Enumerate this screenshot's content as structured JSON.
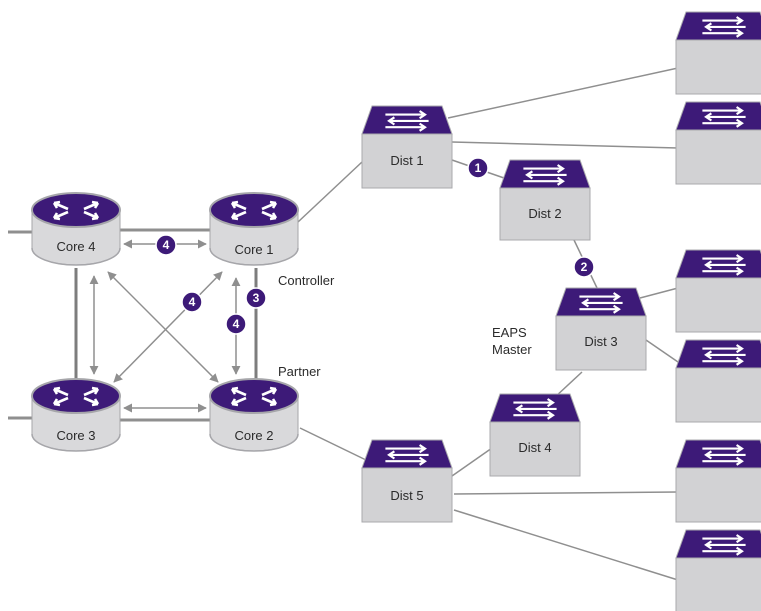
{
  "colors": {
    "purple": "#3d1a78",
    "box_front": "#d2d2d4",
    "box_side": "#a9a9ad",
    "cyl_body": "#d9d9db",
    "cyl_dark": "#a6a6aa",
    "line": "#8f8f8f",
    "thick_line": "#7d7d7d",
    "badge": "#3d1a78"
  },
  "routers": {
    "core1": {
      "label": "Core 1",
      "icon": "router-icon"
    },
    "core2": {
      "label": "Core 2",
      "icon": "router-icon"
    },
    "core3": {
      "label": "Core 3",
      "icon": "router-icon"
    },
    "core4": {
      "label": "Core 4",
      "icon": "router-icon"
    }
  },
  "switches": {
    "dist1": {
      "label": "Dist 1",
      "icon": "switch-icon"
    },
    "dist2": {
      "label": "Dist 2",
      "icon": "switch-icon"
    },
    "dist3": {
      "label": "Dist 3",
      "icon": "switch-icon"
    },
    "dist4": {
      "label": "Dist 4",
      "icon": "switch-icon"
    },
    "dist5": {
      "label": "Dist 5",
      "icon": "switch-icon"
    }
  },
  "annotations": {
    "controller": "Controller",
    "partner": "Partner",
    "eaps_line1": "EAPS",
    "eaps_line2": "Master"
  },
  "badges": {
    "b1": "1",
    "b2": "2",
    "b3": "3",
    "b4a": "4",
    "b4b": "4",
    "b4c": "4"
  }
}
